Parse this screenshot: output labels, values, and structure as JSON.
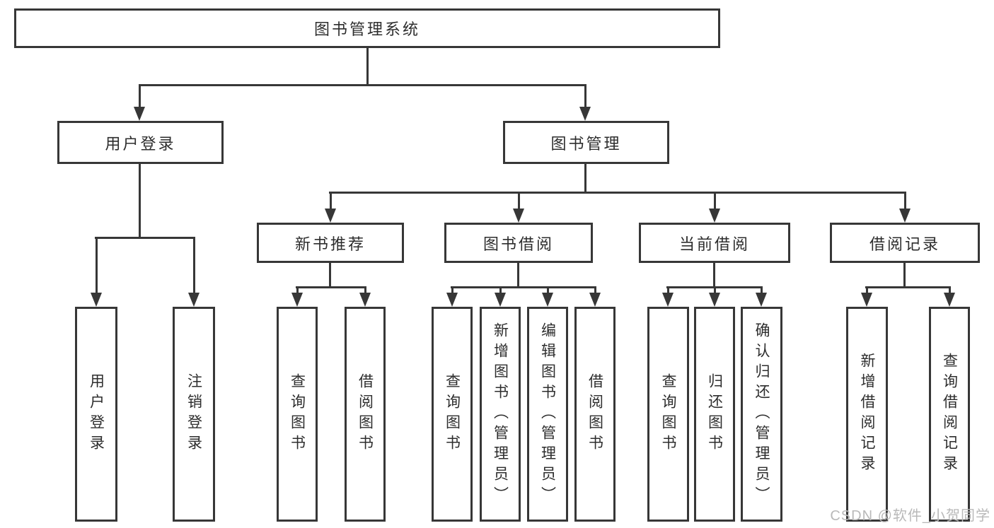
{
  "tree": {
    "root": {
      "label": "图书管理系统"
    },
    "level2": [
      {
        "label": "用户登录",
        "children": [
          "用户登录",
          "注销登录"
        ]
      },
      {
        "label": "图书管理"
      }
    ],
    "level3": [
      {
        "label": "新书推荐",
        "children": [
          "查询图书",
          "借阅图书"
        ]
      },
      {
        "label": "图书借阅",
        "children": [
          "查询图书",
          "新增图书（管理员）",
          "编辑图书（管理员）",
          "借阅图书"
        ]
      },
      {
        "label": "当前借阅",
        "children": [
          "查询图书",
          "归还图书",
          "确认归还（管理员）"
        ]
      },
      {
        "label": "借阅记录",
        "children": [
          "新增借阅记录",
          "查询借阅记录"
        ]
      }
    ]
  },
  "watermark": "CSDN @软件_小贺同学"
}
